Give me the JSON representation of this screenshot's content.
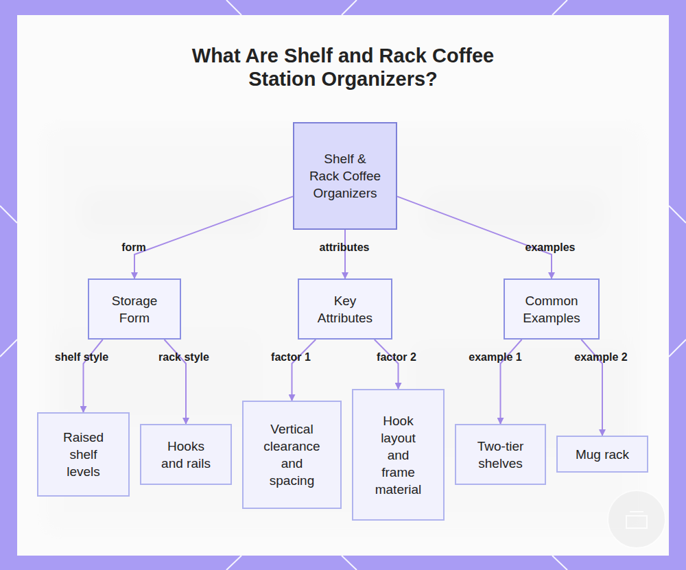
{
  "diagram": {
    "title": "What Are Shelf and Rack Coffee Station Organizers?",
    "nodes": [
      {
        "text": [
          "Shelf & Rack Coffee Organizers"
        ]
      },
      {
        "text": [
          "Storage Form"
        ]
      },
      {
        "text": [
          "Key Attributes"
        ]
      },
      {
        "text": [
          "Common Examples"
        ]
      },
      {
        "text": [
          "Raised shelf levels"
        ]
      },
      {
        "text": [
          "Hooks and rails"
        ]
      },
      {
        "text": [
          "Vertical clearance and spacing"
        ]
      },
      {
        "text": [
          "Hook layout and frame material"
        ]
      },
      {
        "text": [
          "Two-tier shelves"
        ]
      },
      {
        "text": [
          "Mug rack"
        ]
      }
    ],
    "edges": [
      {
        "from": 0,
        "to": 1,
        "label": "form",
        "arrow": "to"
      },
      {
        "from": 0,
        "to": 2,
        "label": "attributes",
        "arrow": "to"
      },
      {
        "from": 0,
        "to": 3,
        "label": "examples",
        "arrow": "to"
      },
      {
        "from": 1,
        "to": 4,
        "label": "shelf style",
        "arrow": "to"
      },
      {
        "from": 1,
        "to": 5,
        "label": "rack style",
        "arrow": "to"
      },
      {
        "from": 2,
        "to": 6,
        "label": "factor 1",
        "arrow": "to"
      },
      {
        "from": 2,
        "to": 7,
        "label": "factor 2",
        "arrow": "to"
      },
      {
        "from": 3,
        "to": 8,
        "label": "example 1",
        "arrow": "to"
      },
      {
        "from": 3,
        "to": 9,
        "label": "example 2",
        "arrow": "to"
      }
    ]
  }
}
